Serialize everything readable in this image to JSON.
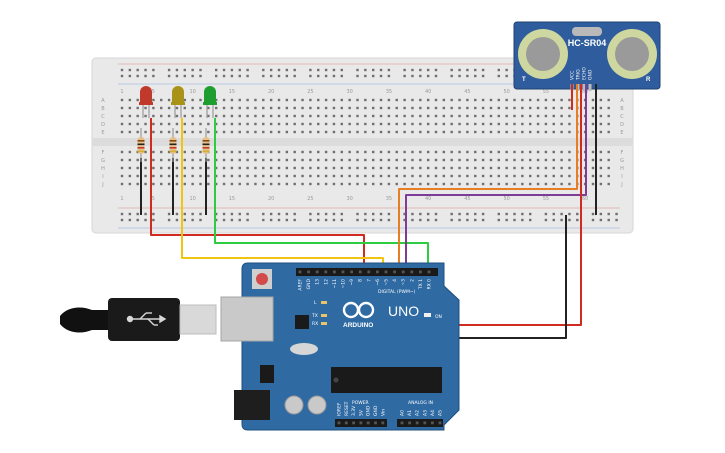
{
  "sensor": {
    "model": "HC-SR04",
    "pins": [
      "VCC",
      "TRIG",
      "ECHO",
      "GND"
    ],
    "corner_left": "T",
    "corner_right": "R"
  },
  "board": {
    "logo_text": "ARDUINO",
    "model": "UNO",
    "digital_header": "DIGITAL (PWM~)",
    "power_label": "POWER",
    "analog_label": "ANALOG IN",
    "on_label": "ON",
    "tx_label": "TX",
    "rx_label": "RX",
    "l_label": "L",
    "digital_pins": [
      "AREF",
      "GND",
      "13",
      "12",
      "~11",
      "~10",
      "~9",
      "8",
      "7",
      "~6",
      "~5",
      "4",
      "~3",
      "2",
      "TX 1",
      "RX 0"
    ],
    "power_pins": [
      "IOREF",
      "RESET",
      "3.3V",
      "5V",
      "GND",
      "GND",
      "Vin"
    ],
    "analog_pins": [
      "A0",
      "A1",
      "A2",
      "A3",
      "A4",
      "A5"
    ]
  },
  "breadboard": {
    "column_numbers": [
      "1",
      "5",
      "10",
      "15",
      "20",
      "25",
      "30",
      "35",
      "40",
      "45",
      "50",
      "55",
      "60"
    ],
    "row_letters_top": [
      "A",
      "B",
      "C",
      "D",
      "E"
    ],
    "row_letters_bottom": [
      "F",
      "G",
      "H",
      "I",
      "J"
    ]
  },
  "leds": [
    {
      "name": "red-led",
      "color": "#c0392b"
    },
    {
      "name": "yellow-led",
      "color": "#a89217"
    },
    {
      "name": "green-led",
      "color": "#1e9e2e"
    }
  ],
  "wire_colors": {
    "red": "#d12b1f",
    "yellow": "#f1c40f",
    "green": "#2ecc40",
    "black": "#222222",
    "orange": "#e67e22",
    "purple": "#7d3c98"
  }
}
